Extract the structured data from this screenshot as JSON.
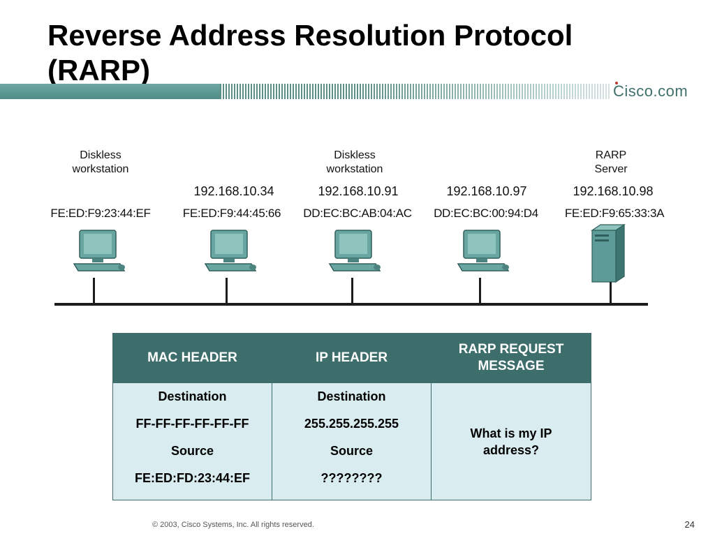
{
  "slide": {
    "title": "Reverse Address Resolution Protocol (RARP)",
    "brand": "Cisco.com",
    "footer": "© 2003, Cisco Systems, Inc. All rights reserved.",
    "page_number": "24"
  },
  "nodes": [
    {
      "label": "Diskless workstation",
      "ip": "",
      "mac": "FE:ED:F9:23:44:EF",
      "device": "workstation-icon"
    },
    {
      "label": "",
      "ip": "192.168.10.34",
      "mac": "FE:ED:F9:44:45:66",
      "device": "workstation-icon"
    },
    {
      "label": "Diskless workstation",
      "ip": "192.168.10.91",
      "mac": "DD:EC:BC:AB:04:AC",
      "device": "workstation-icon"
    },
    {
      "label": "",
      "ip": "192.168.10.97",
      "mac": "DD:EC:BC:00:94:D4",
      "device": "workstation-icon"
    },
    {
      "label": "RARP Server",
      "ip": "192.168.10.98",
      "mac": "FE:ED:F9:65:33:3A",
      "device": "server-icon"
    }
  ],
  "frame": {
    "headers": [
      "MAC HEADER",
      "IP HEADER",
      "RARP REQUEST MESSAGE"
    ],
    "mac_header": [
      "Destination",
      "FF-FF-FF-FF-FF-FF",
      "Source",
      "FE:ED:FD:23:44:EF"
    ],
    "ip_header": [
      "Destination",
      "255.255.255.255",
      "Source",
      "????????"
    ],
    "message": "What is my IP address?"
  },
  "colors": {
    "table_header": "#3d6e6b",
    "table_body": "#d9ecef",
    "banner": "#4f8c86",
    "device_teal": "#5c9b97"
  }
}
